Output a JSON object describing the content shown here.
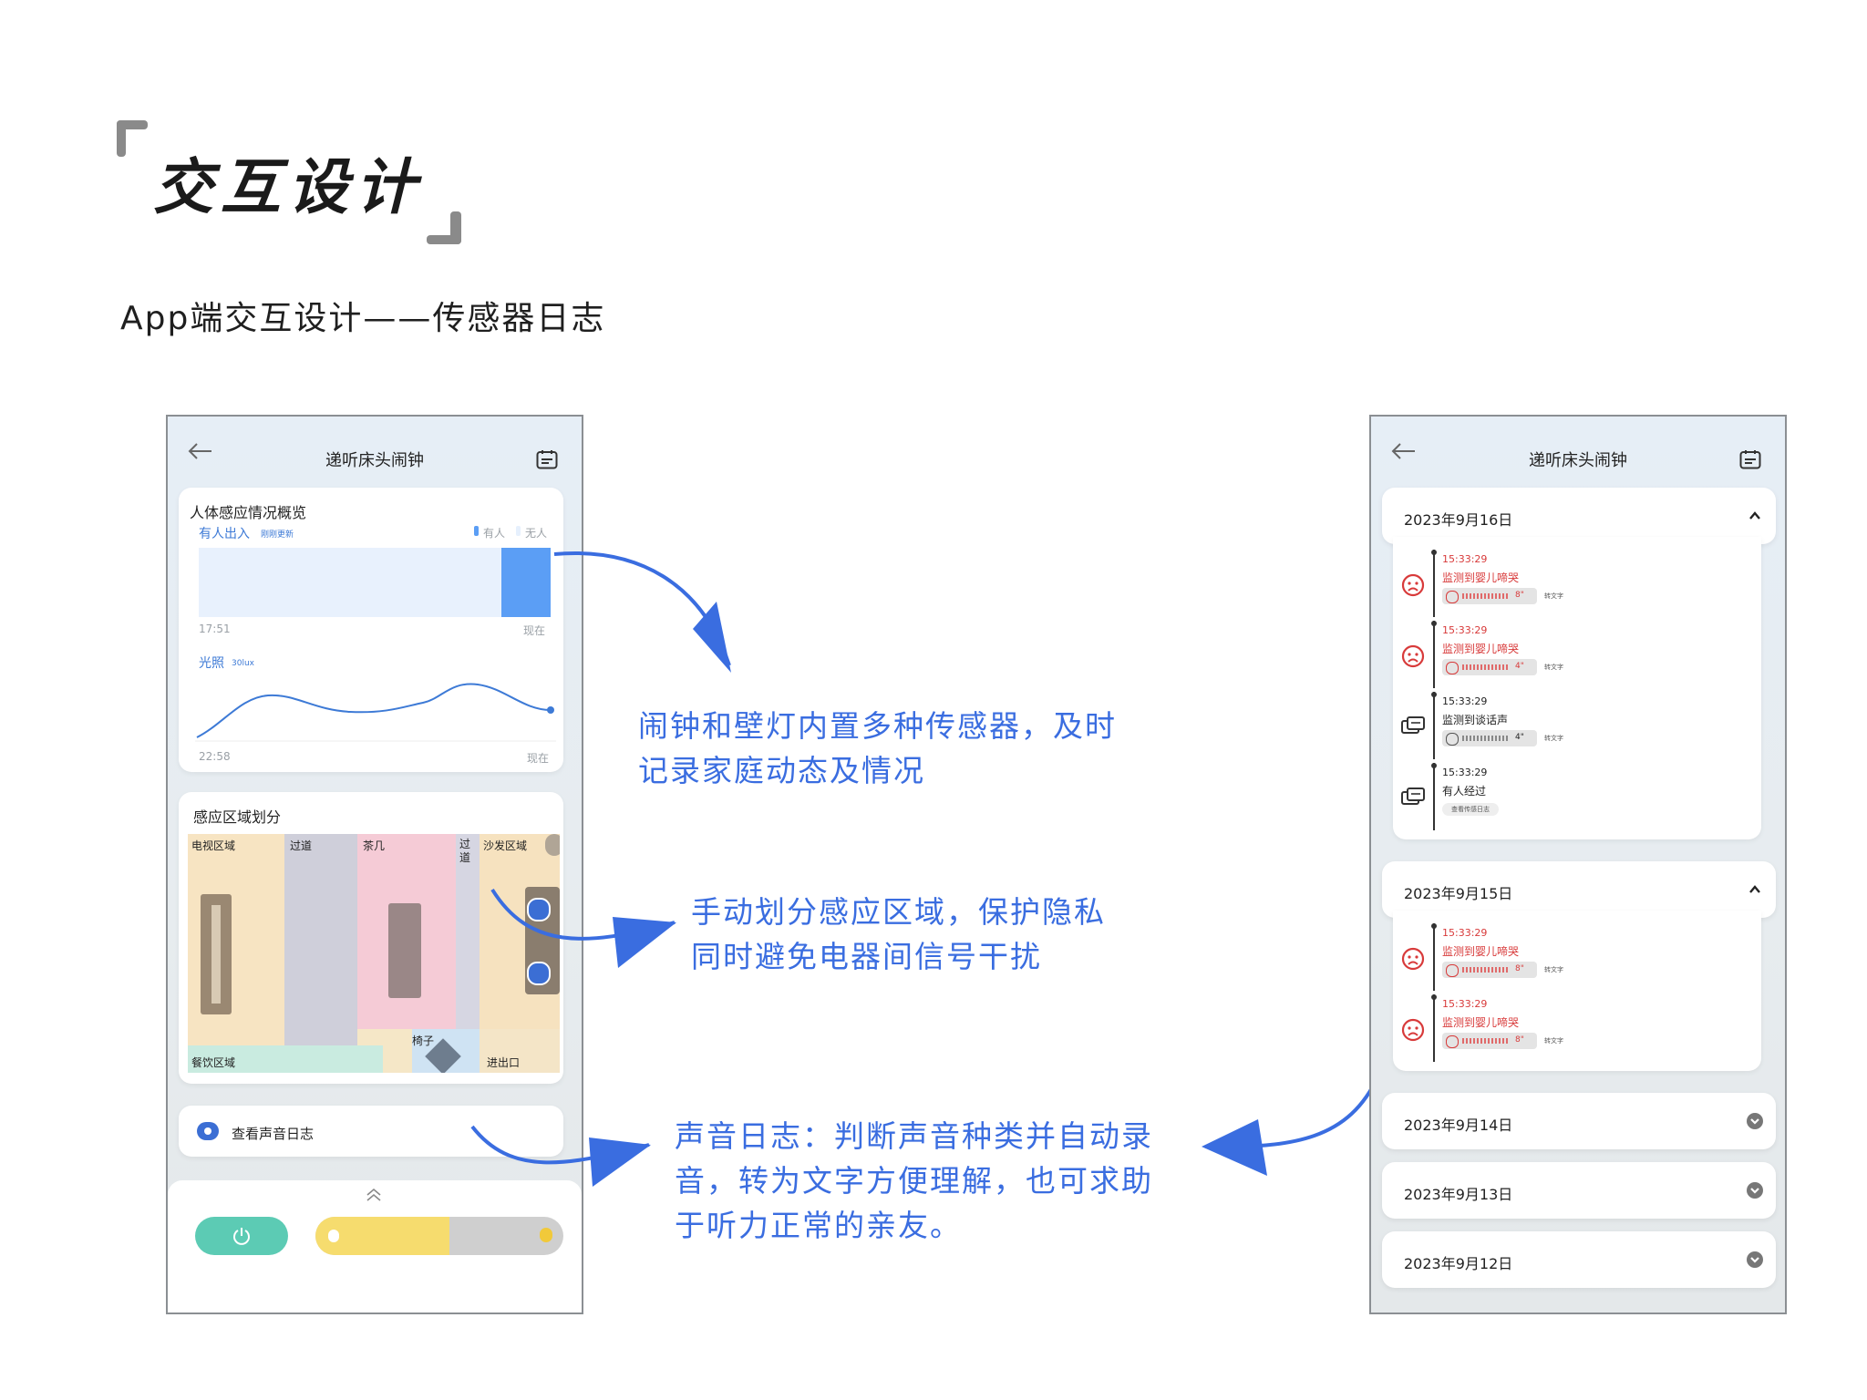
{
  "heading": {
    "title": "交互设计",
    "subtitle": "App端交互设计——传感器日志"
  },
  "left_phone": {
    "title": "递听床头闹钟",
    "presence_card": {
      "title": "人体感应情况概览",
      "label": "有人出入",
      "updated": "刚刚更新",
      "legend_present": "有人",
      "legend_absent": "无人",
      "start_time": "17:51",
      "end_time": "现在",
      "present_fraction": 0.14
    },
    "light_card": {
      "label": "光照",
      "value": "30lux",
      "start_time": "22:58",
      "end_time": "现在"
    },
    "zones_card": {
      "title": "感应区域划分",
      "zones": {
        "tv": "电视区域",
        "aisle1": "过道",
        "table": "茶几",
        "aisle2": "过道",
        "sofa": "沙发区域",
        "chair": "椅子",
        "dining": "餐饮区域",
        "entrance": "进出口"
      }
    },
    "sound_log_button": "查看声音日志",
    "controls": {
      "brightness_fraction": 0.54,
      "power_color": "#5ccbb4",
      "light_color": "#f6dc6e"
    }
  },
  "annotations": {
    "note1": [
      "闹钟和壁灯内置多种传感器，及时",
      "记录家庭动态及情况"
    ],
    "note2": [
      "手动划分感应区域，保护隐私",
      "同时避免电器间信号干扰"
    ],
    "note3": [
      "声音日志：判断声音种类并自动录",
      "音，转为文字方便理解，也可求助",
      "于听力正常的亲友。"
    ]
  },
  "right_phone": {
    "title": "递听床头闹钟",
    "days": [
      {
        "date": "2023年9月16日",
        "expanded": true,
        "entries": [
          {
            "time": "15:33:29",
            "text": "监测到婴儿啼哭",
            "alert": true,
            "duration": "8\"",
            "action": "转文字"
          },
          {
            "time": "15:33:29",
            "text": "监测到婴儿啼哭",
            "alert": true,
            "duration": "4\"",
            "action": "转文字"
          },
          {
            "time": "15:33:29",
            "text": "监测到谈话声",
            "alert": false,
            "duration": "4\"",
            "action": "转文字"
          },
          {
            "time": "15:33:29",
            "text": "有人经过",
            "alert": false,
            "link": "查看传感日志"
          }
        ]
      },
      {
        "date": "2023年9月15日",
        "expanded": true,
        "entries": [
          {
            "time": "15:33:29",
            "text": "监测到婴儿啼哭",
            "alert": true,
            "duration": "8\"",
            "action": "转文字"
          },
          {
            "time": "15:33:29",
            "text": "监测到婴儿啼哭",
            "alert": true,
            "duration": "8\"",
            "action": "转文字"
          }
        ]
      },
      {
        "date": "2023年9月14日",
        "expanded": false
      },
      {
        "date": "2023年9月13日",
        "expanded": false
      },
      {
        "date": "2023年9月12日",
        "expanded": false
      }
    ]
  },
  "colors": {
    "accent": "#3a6de0",
    "alert": "#d83a3a",
    "chart_blue": "#5b9ef5"
  }
}
